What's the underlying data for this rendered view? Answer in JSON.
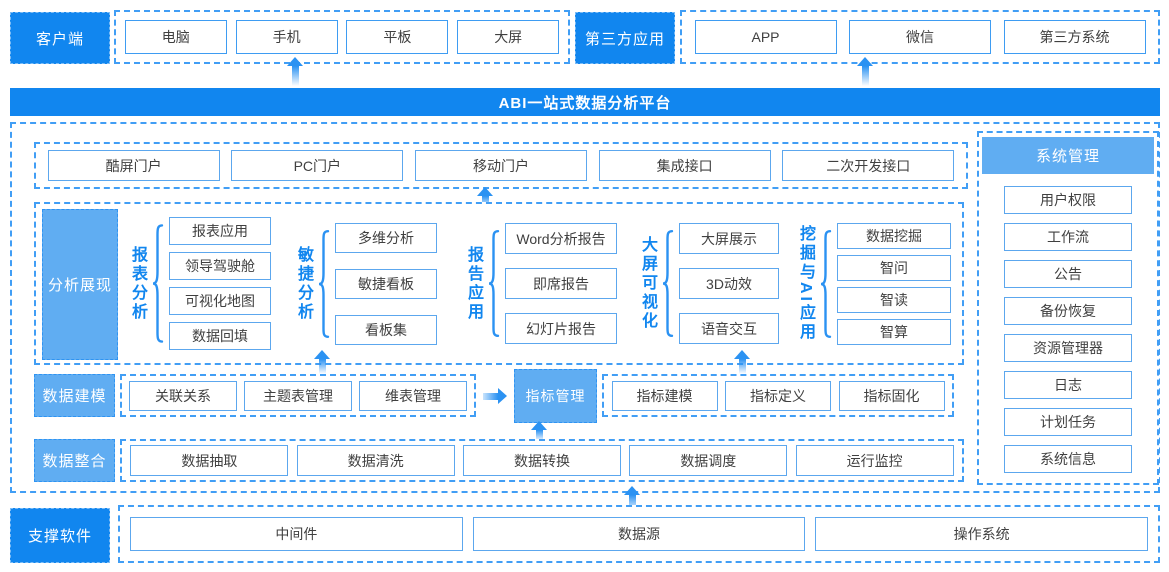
{
  "colors": {
    "primary": "#1186EF",
    "light_blue": "#60ADF2",
    "dashed_border": "#419EF5",
    "box_border": "#5CA7EE",
    "arrow": "#2B92F2",
    "text": "#404040"
  },
  "top": {
    "client": {
      "label": "客户端",
      "items": [
        "电脑",
        "手机",
        "平板",
        "大屏"
      ]
    },
    "third_party": {
      "label": "第三方应用",
      "items": [
        "APP",
        "微信",
        "第三方系统"
      ]
    }
  },
  "banner": {
    "title": "ABI一站式数据分析平台"
  },
  "portals": {
    "items": [
      "酷屏门户",
      "PC门户",
      "移动门户",
      "集成接口",
      "二次开发接口"
    ]
  },
  "system": {
    "label": "系统管理",
    "items": [
      "用户权限",
      "工作流",
      "公告",
      "备份恢复",
      "资源管理器",
      "日志",
      "计划任务",
      "系统信息"
    ]
  },
  "analysis": {
    "label": "分析展现",
    "groups": [
      {
        "name": "报表分析",
        "items": [
          "报表应用",
          "领导驾驶舱",
          "可视化地图",
          "数据回填"
        ]
      },
      {
        "name": "敏捷分析",
        "items": [
          "多维分析",
          "敏捷看板",
          "看板集"
        ]
      },
      {
        "name": "报告应用",
        "items": [
          "Word分析报告",
          "即席报告",
          "幻灯片报告"
        ]
      },
      {
        "name": "大屏可视化",
        "items": [
          "大屏展示",
          "3D动效",
          "语音交互"
        ]
      },
      {
        "name": "挖掘与AI应用",
        "items": [
          "数据挖掘",
          "智问",
          "智读",
          "智算"
        ]
      }
    ]
  },
  "modeling": {
    "label": "数据建模",
    "items": [
      "关联关系",
      "主题表管理",
      "维表管理"
    ],
    "highlight": "指标管理",
    "metric_items": [
      "指标建模",
      "指标定义",
      "指标固化"
    ]
  },
  "integration": {
    "label": "数据整合",
    "items": [
      "数据抽取",
      "数据清洗",
      "数据转换",
      "数据调度",
      "运行监控"
    ]
  },
  "support": {
    "label": "支撑软件",
    "items": [
      "中间件",
      "数据源",
      "操作系统"
    ]
  }
}
